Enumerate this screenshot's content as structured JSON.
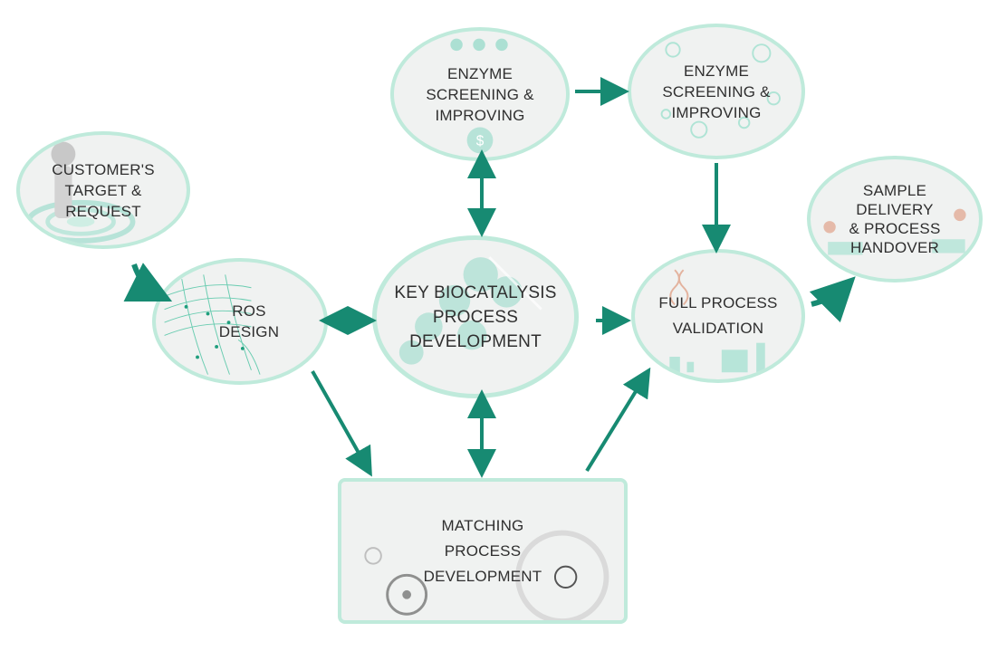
{
  "nodes": {
    "customer": {
      "lines": [
        "CUSTOMER'S",
        "TARGET &",
        "REQUEST"
      ]
    },
    "ros": {
      "lines": [
        "ROS",
        "DESIGN"
      ]
    },
    "enzyme1": {
      "lines": [
        "ENZYME",
        "SCREENING &",
        "IMPROVING"
      ]
    },
    "enzyme2": {
      "lines": [
        "ENZYME",
        "SCREENING &",
        "IMPROVING"
      ]
    },
    "key": {
      "lines": [
        "KEY BIOCATALYSIS",
        "PROCESS",
        "DEVELOPMENT"
      ]
    },
    "validation": {
      "lines": [
        "FULL PROCESS",
        "VALIDATION"
      ]
    },
    "sample": {
      "lines": [
        "SAMPLE",
        "DELIVERY",
        "& PROCESS",
        "HANDOVER"
      ]
    },
    "matching": {
      "lines": [
        "MATCHING",
        "PROCESS",
        "DEVELOPMENT"
      ]
    }
  },
  "colors": {
    "arrow": "#178a72",
    "border": "#bfeadb",
    "fill": "#f0f2f1"
  }
}
